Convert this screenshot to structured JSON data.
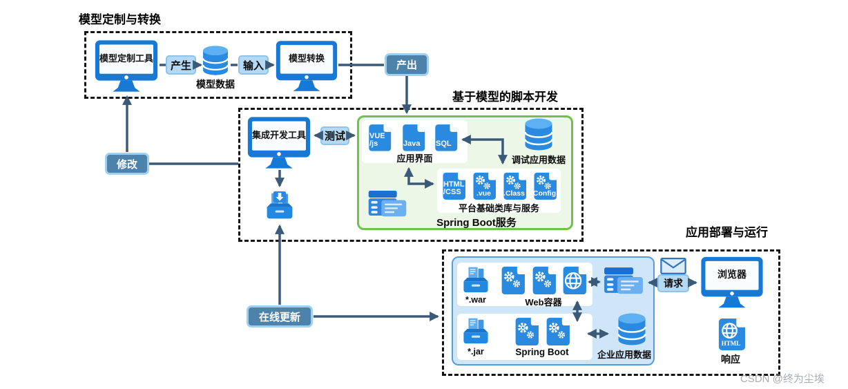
{
  "section1": {
    "title": "模型定制与转换",
    "monitor_tool": "模型定制工具",
    "produce": "产生",
    "db_label": "模型数据",
    "input": "输入",
    "monitor_convert": "模型转换"
  },
  "connectors": {
    "output": "产出",
    "modify": "修改",
    "test": "测试",
    "online_update": "在线更新",
    "request": "请求"
  },
  "section2": {
    "title": "基于模型的脚本开发",
    "ide": "集成开发工具",
    "app_ui_label": "应用界面",
    "db_debug_label": "调试应用数据",
    "platform_label": "平台基础类库与服务",
    "springboot_label": "Spring Boot服务",
    "file_vue_l1": "VUE",
    "file_vue_l2": "/js",
    "file_java": "Java",
    "file_sql": "SQL",
    "file_htmlcss_l1": "HTML",
    "file_htmlcss_l2": "/CSS",
    "gear_vue": ".vue",
    "gear_class": ".Class",
    "gear_config": "Config"
  },
  "section3": {
    "title": "应用部署与运行",
    "war": "*.war",
    "web_container": "Web容器",
    "jar": "*.jar",
    "spring_boot": "Spring Boot",
    "db_enterprise": "企业应用数据",
    "browser": "浏览器",
    "html_badge": "HTML",
    "response": "响应"
  },
  "watermark": "CSDN @终为尘埃",
  "colors": {
    "icon_blue": "#2a8ae0",
    "monitor_blue": "#1779d6",
    "button_dark": "#4d82ab",
    "label_light": "#b5d9f2",
    "green_border": "#6fc24b",
    "deploy_border": "#5b9bd5",
    "arrow": "#3a5a78"
  }
}
